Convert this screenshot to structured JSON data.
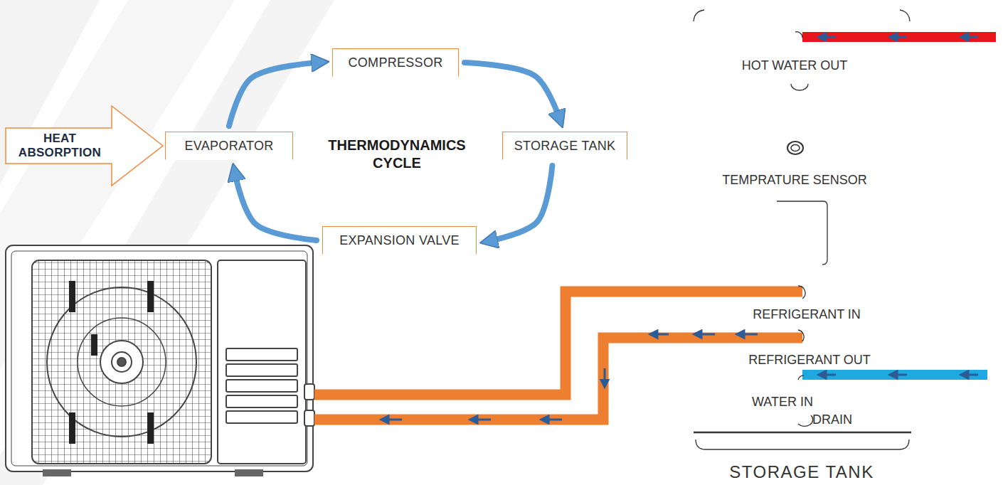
{
  "diagram": {
    "nodes": [
      {
        "text": [
          "COMPRESSOR"
        ]
      },
      {
        "text": [
          "HEAT ABSORPTION"
        ]
      },
      {
        "text": [
          "EVAPORATOR"
        ]
      },
      {
        "text": [
          "STORAGE TANK"
        ]
      },
      {
        "text": [
          "EXPANSION VALVE"
        ]
      }
    ],
    "edges": [
      {
        "from": 2,
        "to": 0,
        "arrow": "to"
      },
      {
        "from": 0,
        "to": 3,
        "arrow": "to"
      },
      {
        "from": 3,
        "to": 4,
        "arrow": "to"
      },
      {
        "from": 4,
        "to": 2,
        "arrow": "to"
      }
    ],
    "labels": [
      "THERMODYNAMICS CYCLE",
      "HOT WATER OUT",
      "TEMPRATURE SENSOR",
      "REFRIGERANT IN",
      "REFRIGERANT OUT",
      "WATER IN",
      "DRAIN",
      "STORAGE TANK"
    ]
  }
}
